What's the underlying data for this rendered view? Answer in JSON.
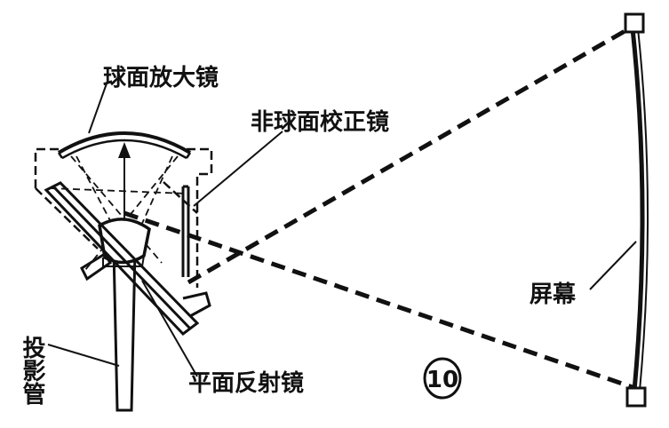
{
  "labels": {
    "spherical_mirror": "球面放大镜",
    "aspheric_corrector": "非球面校正镜",
    "screen": "屏幕",
    "projection_tube": "投影管",
    "plane_mirror": "平面反射镜",
    "figure_number": "10"
  }
}
